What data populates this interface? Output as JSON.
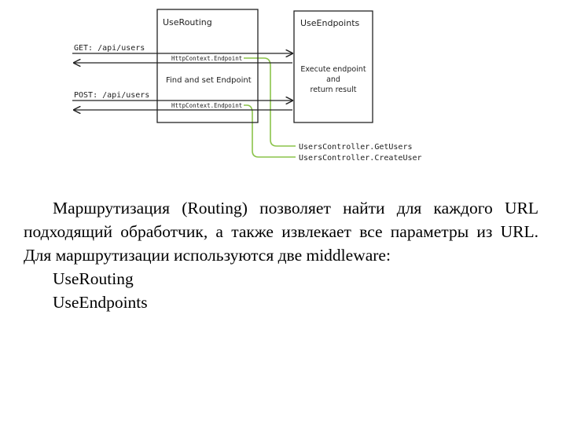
{
  "diagram": {
    "boxes": {
      "use_routing": {
        "title": "UseRouting",
        "caption": "Find and set Endpoint"
      },
      "use_endpoints": {
        "title": "UseEndpoints",
        "caption_lines": [
          "Execute endpoint",
          "and",
          "return result"
        ]
      }
    },
    "requests": [
      {
        "label": "GET: /api/users",
        "endpoint_label": "HttpContext.Endpoint"
      },
      {
        "label": "POST: /api/users",
        "endpoint_label": "HttpContext.Endpoint"
      }
    ],
    "handlers": [
      "UsersController.GetUsers",
      "UsersController.CreateUser"
    ],
    "colors": {
      "line": "#222222",
      "highlight": "#8bc34a"
    }
  },
  "text": {
    "paragraph": "Маршрутизация (Routing) позволяет найти для каждого URL подходящий обработчик, а также извлекает все параметры из URL. Для маршрутизации используются две middleware:",
    "items": [
      "UseRouting",
      "UseEndpoints"
    ]
  }
}
